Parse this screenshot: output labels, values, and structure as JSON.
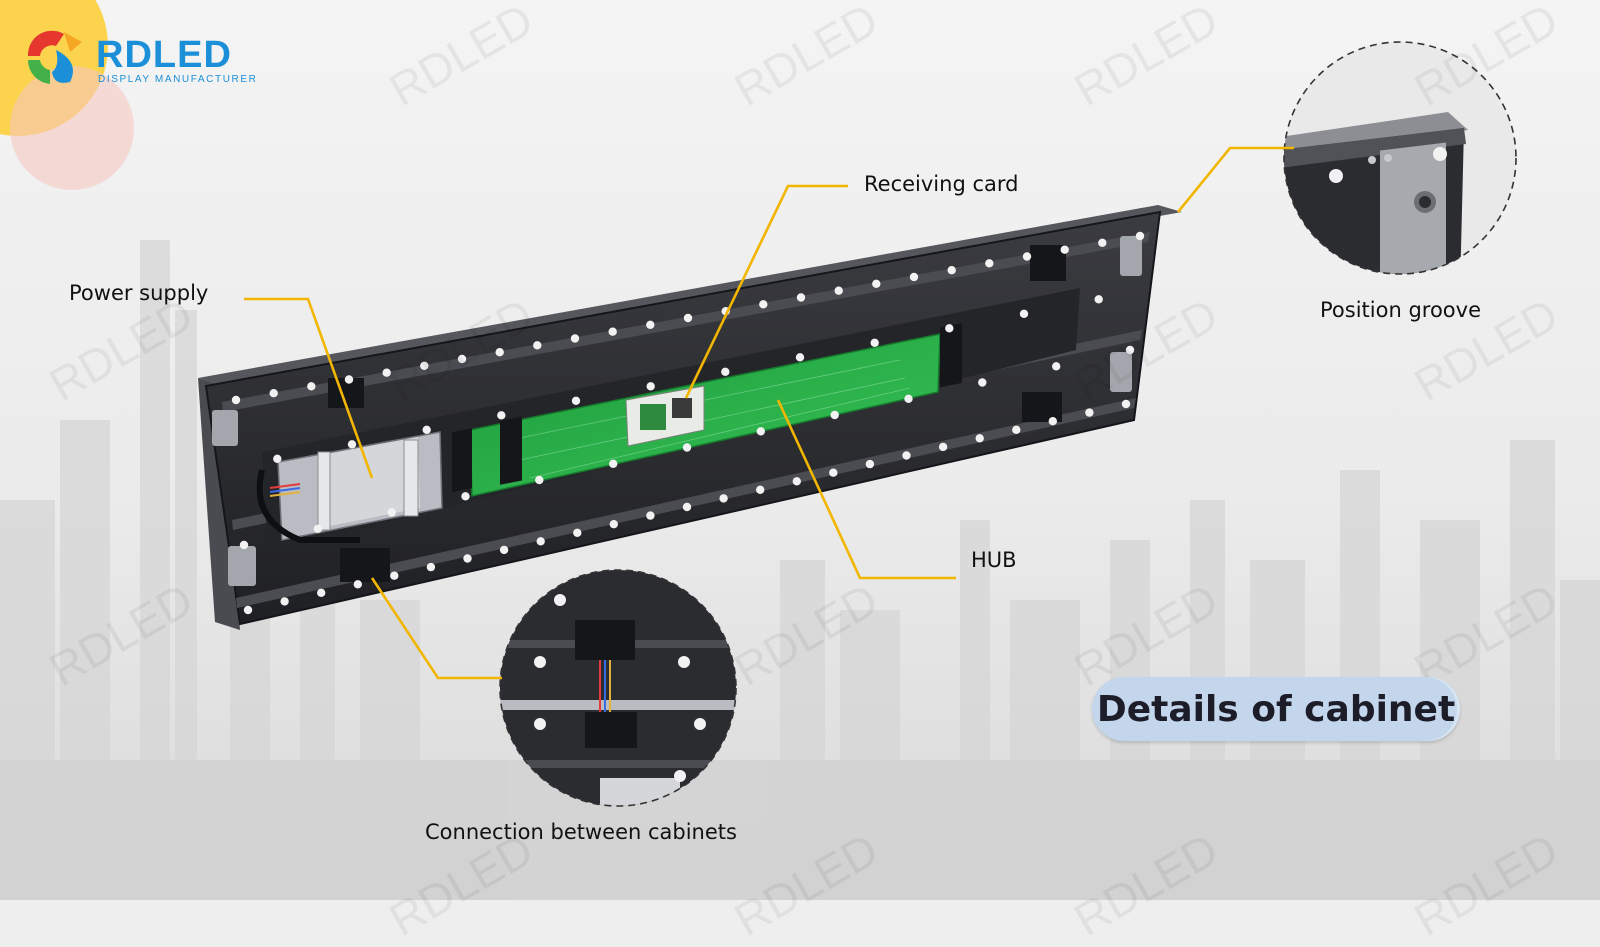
{
  "brand": {
    "name": "RDLED",
    "tagline": "DISPLAY MANUFACTURER"
  },
  "watermark_text": "RDLED",
  "title": "Details of cabinet",
  "callouts": {
    "receiving_card": "Receiving card",
    "power_supply": "Power supply",
    "position_groove": "Position groove",
    "hub": "HUB",
    "connection": "Connection between cabinets"
  },
  "colors": {
    "leader_line": "#f2b600",
    "brand_blue": "#1b8fd8",
    "cabinet_frame": "#2b2c30",
    "pcb_green": "#2bb24a",
    "title_pill": "#c3d6ec"
  }
}
